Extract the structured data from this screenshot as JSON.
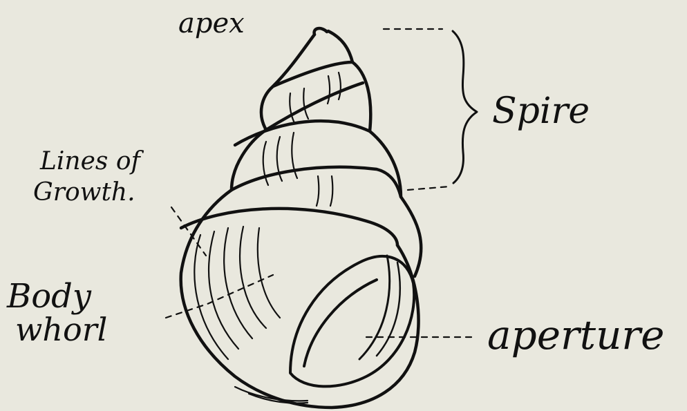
{
  "diagram": {
    "labels": {
      "apex": "apex",
      "spire": "Spire",
      "lines_line1": "Lines of",
      "lines_line2": "Growth.",
      "body_line1": "Body",
      "body_line2": "whorl",
      "aperture": "aperture"
    },
    "colors": {
      "paper": "#e9e8de",
      "ink": "#111111"
    }
  }
}
